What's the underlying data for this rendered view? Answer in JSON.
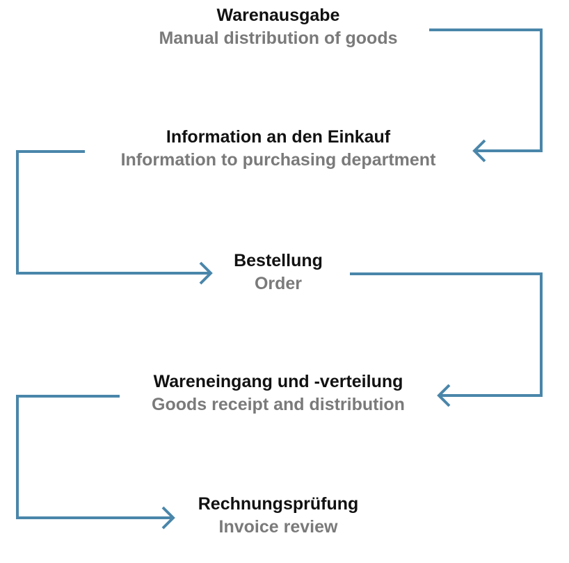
{
  "colors": {
    "connector": "#4a86aa",
    "german_text": "#111111",
    "english_text": "#7a7a7a"
  },
  "steps": [
    {
      "de": "Warenausgabe",
      "en": "Manual distribution of goods"
    },
    {
      "de": "Information an den Einkauf",
      "en": "Information to purchasing department"
    },
    {
      "de": "Bestellung",
      "en": "Order"
    },
    {
      "de": "Wareneingang und -verteilung",
      "en": "Goods receipt and distribution"
    },
    {
      "de": "Rechnungsprüfung",
      "en": "Invoice review"
    }
  ]
}
